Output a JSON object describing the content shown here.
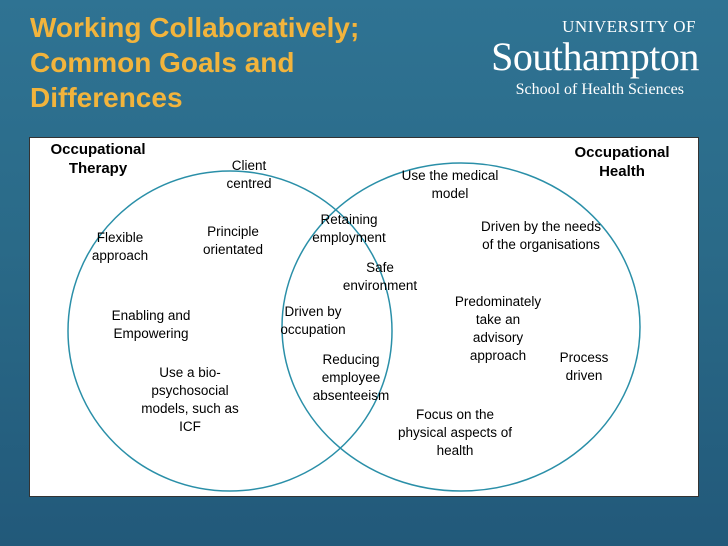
{
  "slide": {
    "title": "Working Collaboratively;\nCommon Goals and\nDifferences"
  },
  "logo": {
    "university_of": "UNIVERSITY OF",
    "name": "Southampton",
    "school": "School of Health Sciences"
  },
  "diagram": {
    "left_set": "Occupational\nTherapy",
    "right_set": "Occupational\nHealth",
    "left_items": {
      "client_centred": "Client\ncentred",
      "flexible_approach": "Flexible\napproach",
      "principle_orientated": "Principle\norientated",
      "enabling_empowering": "Enabling and\nEmpowering",
      "biopsychosocial": "Use a             bio-\npsychosocial\nmodels, such as\nICF"
    },
    "overlap_items": {
      "retaining_employment": "Retaining\nemployment",
      "safe_environment": "Safe\nenvironment",
      "driven_by_occupation": "Driven by\noccupation",
      "reducing_absenteeism": "Reducing\nemployee\nabsenteeism"
    },
    "right_items": {
      "medical_model": "Use the medical\nmodel",
      "needs_of_organisations": "Driven by the needs\nof the organisations",
      "advisory_approach": "Predominately\ntake an\nadvisory\napproach",
      "process_driven": "Process\ndriven",
      "physical_aspects": "Focus on the\nphysical aspects of\nhealth"
    },
    "colors": {
      "circle_stroke": "#2a8fa8"
    }
  }
}
